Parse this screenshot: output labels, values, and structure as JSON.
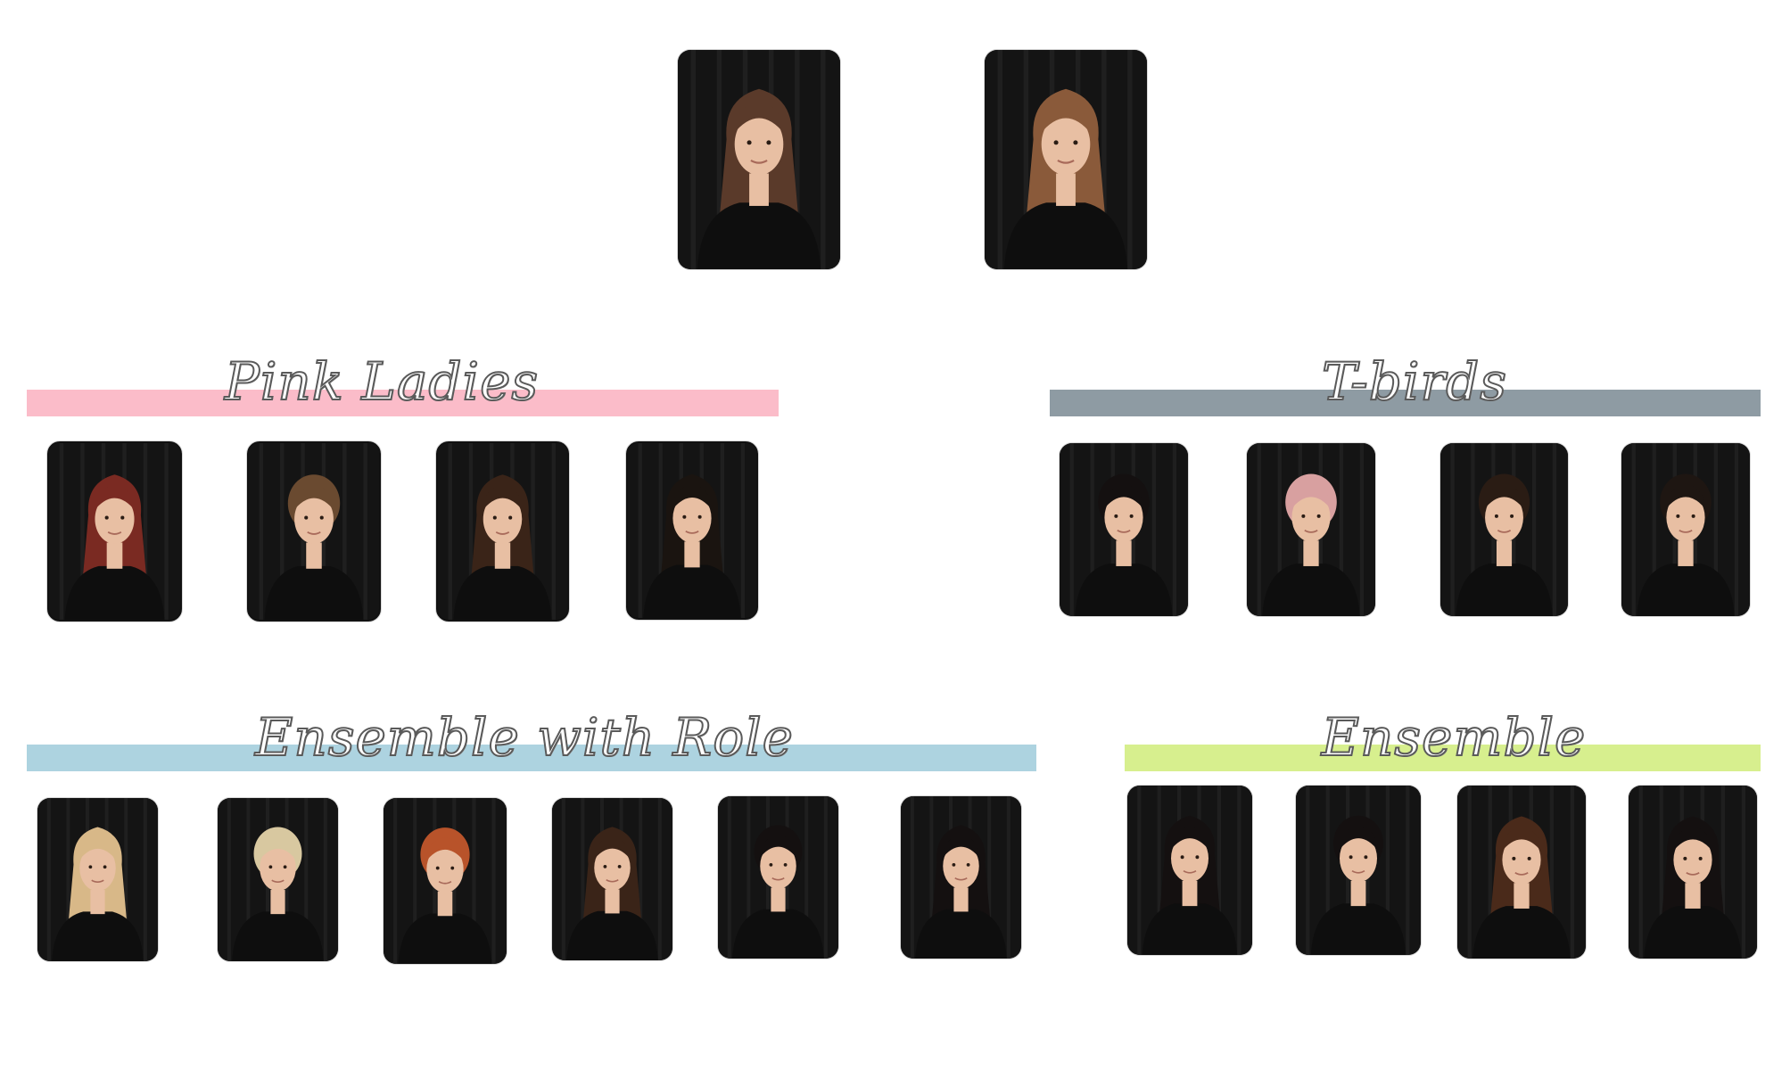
{
  "colors": {
    "pink_ladies": "#fbbcc9",
    "t_birds": "#8e9ba3",
    "ensemble_with_role": "#add3e0",
    "ensemble": "#d7ef8e",
    "backdrop": "#141414",
    "skin": "#e8bfa3",
    "top": "#0e0e0e"
  },
  "sections": {
    "pink_ladies": {
      "title": "Pink Ladies"
    },
    "t_birds": {
      "title": "T-birds"
    },
    "ensemble_with_role": {
      "title": "Ensemble with Role"
    },
    "ensemble": {
      "title": "Ensemble"
    }
  },
  "photos": {
    "leads": [
      {
        "hair": "#5a3a2a",
        "long": true
      },
      {
        "hair": "#8a5a3a",
        "long": true
      }
    ],
    "pink_ladies": [
      {
        "hair": "#7a2a22",
        "long": true
      },
      {
        "hair": "#6a4a30",
        "long": false
      },
      {
        "hair": "#3a2418",
        "long": true
      },
      {
        "hair": "#1a1410",
        "long": true
      }
    ],
    "t_birds": [
      {
        "hair": "#141010",
        "long": false
      },
      {
        "hair": "#d8a0a0",
        "long": false
      },
      {
        "hair": "#2a1c14",
        "long": false
      },
      {
        "hair": "#1e1612",
        "long": false
      }
    ],
    "ensemble_with_role": [
      {
        "hair": "#d8b888",
        "long": true
      },
      {
        "hair": "#d8c8a0",
        "long": false
      },
      {
        "hair": "#b8532a",
        "long": false
      },
      {
        "hair": "#3a2418",
        "long": true
      },
      {
        "hair": "#141010",
        "long": false
      },
      {
        "hair": "#141010",
        "long": true
      }
    ],
    "ensemble": [
      {
        "hair": "#141010",
        "long": true
      },
      {
        "hair": "#141010",
        "long": false
      },
      {
        "hair": "#4a2a1a",
        "long": true
      },
      {
        "hair": "#141010",
        "long": true
      }
    ]
  }
}
